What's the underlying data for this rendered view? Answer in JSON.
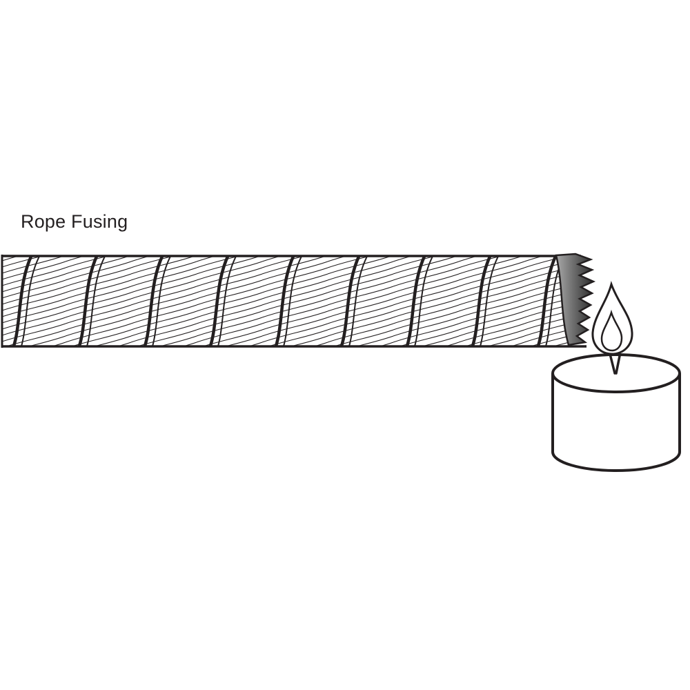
{
  "illustration": {
    "title": "Rope Fusing",
    "parts": {
      "rope": "twisted-rope",
      "fused_end": "fused-rope-end",
      "flame": "candle-flame",
      "wick": "candle-wick",
      "candle": "candle-body"
    },
    "colors": {
      "outline": "#231f20",
      "background": "#ffffff",
      "fused_end_light": "#a9a9a9",
      "fused_end_mid": "#6f6f6f",
      "fused_end_dark": "#2b2b2b"
    }
  }
}
